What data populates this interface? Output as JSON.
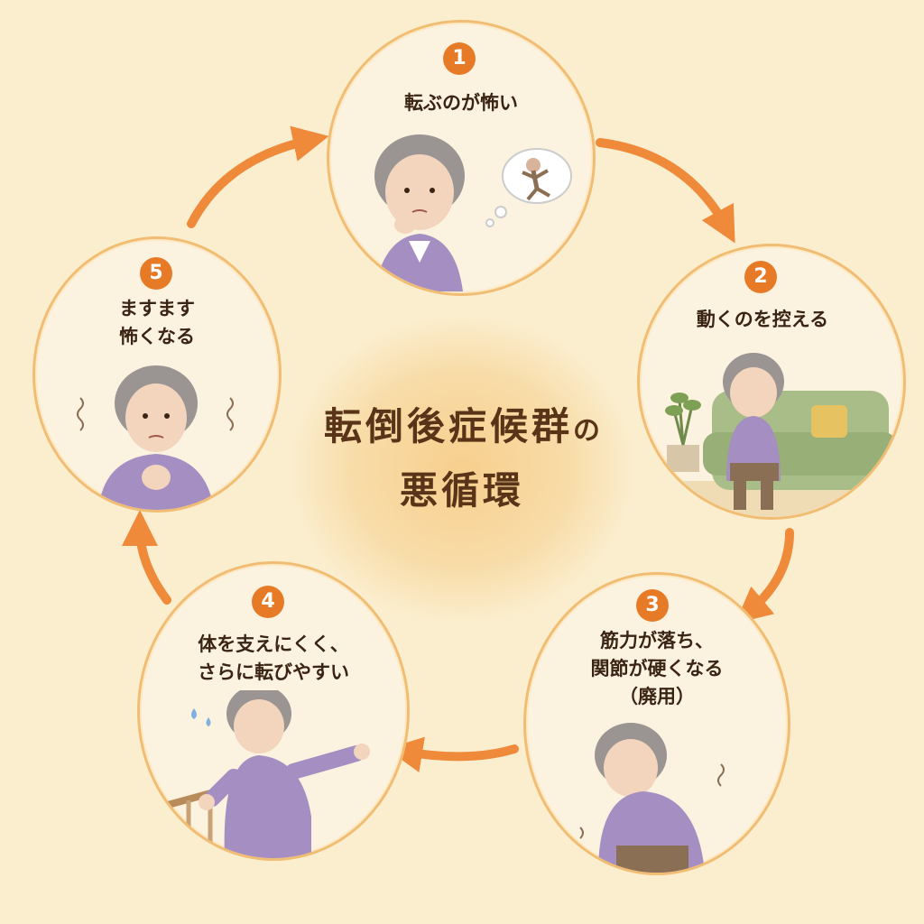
{
  "title": {
    "line1_main": "転倒後症候群",
    "line1_suffix": "の",
    "line2": "悪循環"
  },
  "steps": [
    {
      "number": "1",
      "lines": [
        "転ぶのが怖い"
      ]
    },
    {
      "number": "2",
      "lines": [
        "動くのを控える"
      ]
    },
    {
      "number": "3",
      "lines": [
        "筋力が落ち、",
        "関節が硬くなる",
        "（廃用）"
      ]
    },
    {
      "number": "4",
      "lines": [
        "体を支えにくく、",
        "さらに転びやすい"
      ]
    },
    {
      "number": "5",
      "lines": [
        "ますます",
        "怖くなる"
      ]
    }
  ],
  "colors": {
    "background": "#fbeecf",
    "circle_border": "#f0bd73",
    "badge": "#e77a26",
    "arrow": "#ef8a3a",
    "title_text": "#5a3418",
    "cardigan": "#a48ec2",
    "hair": "#9a9492"
  },
  "icons": {
    "arrows": "curved-arrow-icon",
    "thought_bubble": "thought-bubble-icon",
    "plant": "potted-plant-icon",
    "sofa": "sofa-icon",
    "handrail": "handrail-icon"
  }
}
